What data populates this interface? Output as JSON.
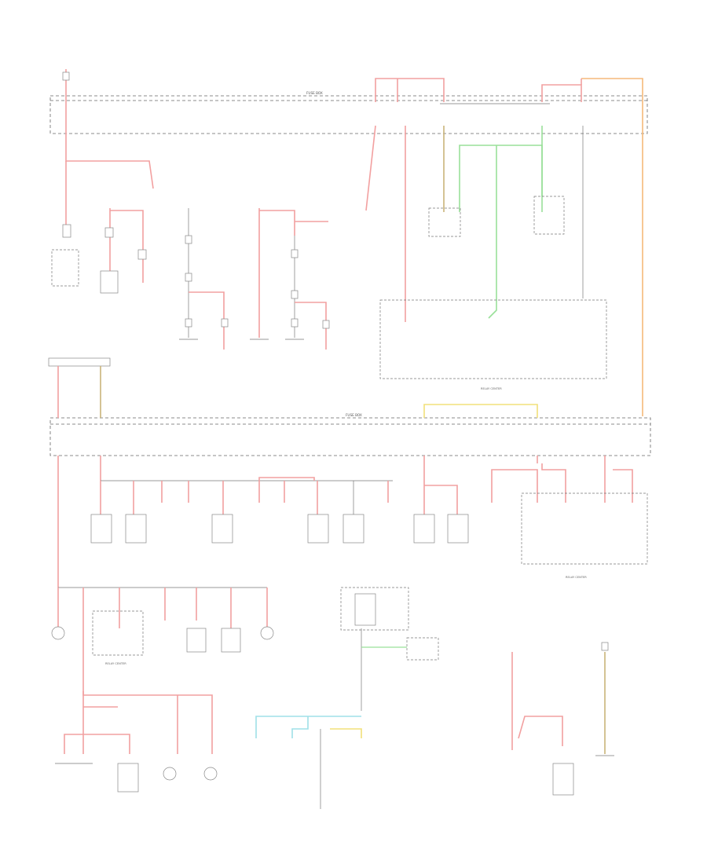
{
  "diagram": {
    "page_code": "",
    "labels": {
      "top_left_source": "",
      "upper_fuse_box": "FUSE BOX",
      "lower_fuse_box": "FUSE BOX",
      "relay_center_upper": "RELAY CENTER",
      "relay_center_lower": "RELAY CENTER",
      "relay_center_bottom": "RELAY CENTER",
      "bottom_center_note": ""
    },
    "colors": {
      "red_wire": "#f2a0a0",
      "green_wire": "#99e099",
      "orange_wire": "#f5b97a",
      "yellow_wire": "#f2e07a",
      "cyan_wire": "#9fe0e8",
      "tan_wire": "#c9b47a",
      "outline": "#777777"
    }
  }
}
